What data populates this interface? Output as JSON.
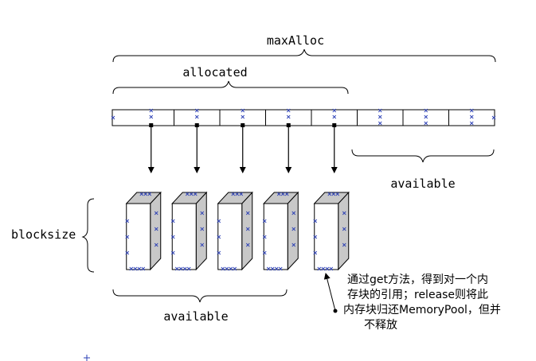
{
  "labels": {
    "max_alloc": "maxAlloc",
    "allocated": "allocated",
    "available_array": "available",
    "available_blocks": "available",
    "blocksize": "blocksize"
  },
  "note": {
    "line1": "通过get方法，得到对一个内",
    "line2": "存块的引用；release则将此",
    "line3": "内存块归还MemoryPool，但并",
    "line4": "不释放"
  },
  "array": {
    "slot_count": 8,
    "allocated_count": 5
  },
  "blocks": {
    "count": 5
  },
  "colors": {
    "line": "#000000",
    "marker": "#2b3fb5",
    "block_side": "#c8c8c8",
    "block_face": "#ffffff"
  }
}
